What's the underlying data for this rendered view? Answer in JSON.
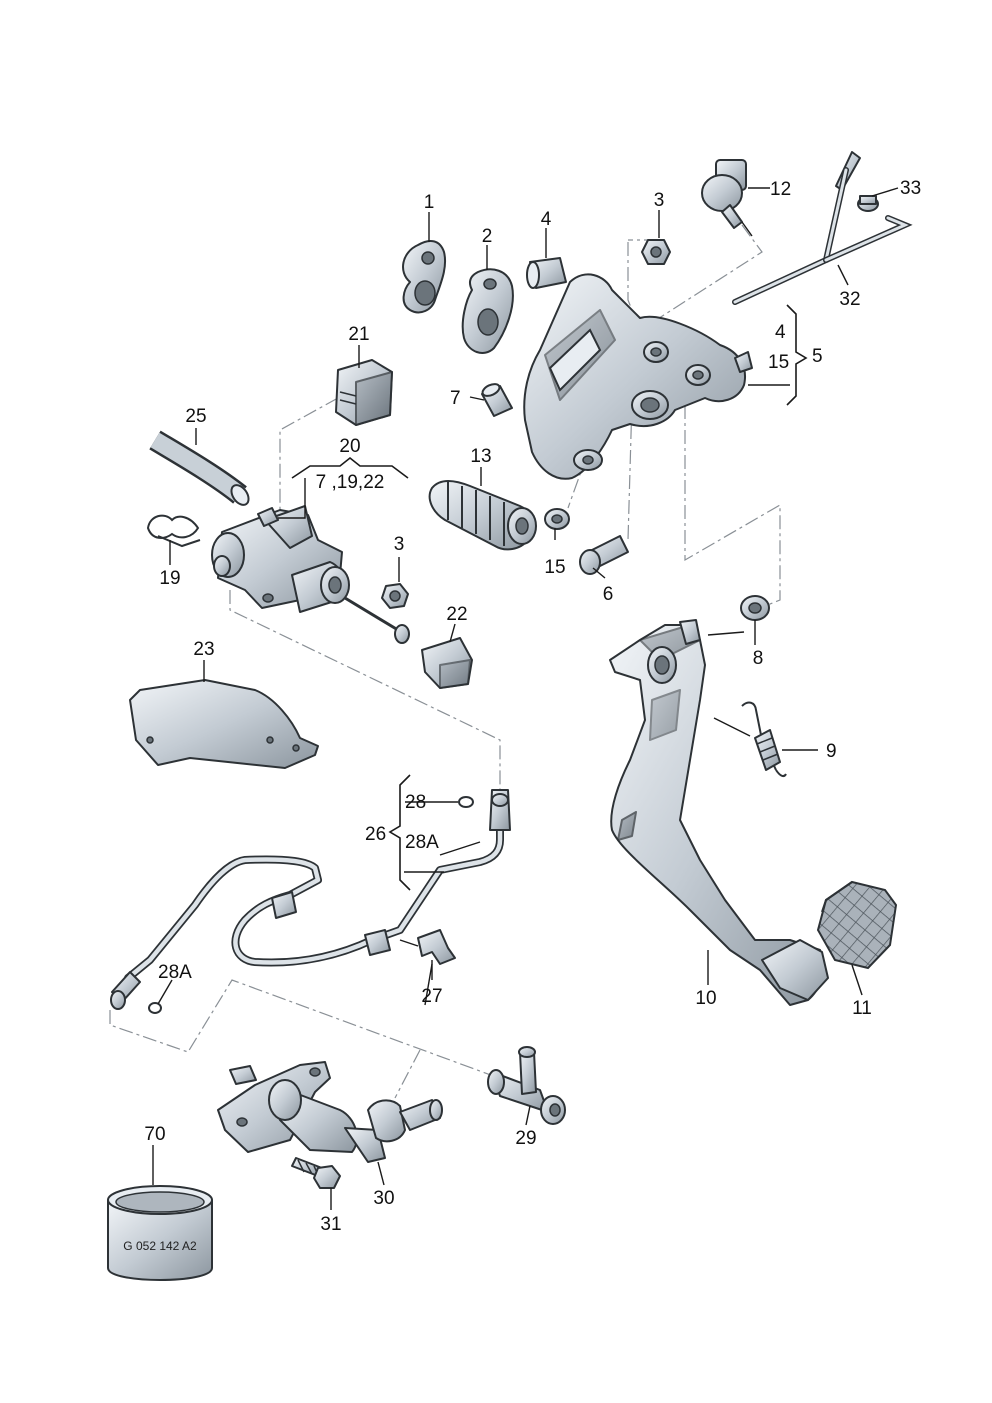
{
  "labels": {
    "p1": "1",
    "p2": "2",
    "p3a": "3",
    "p3b": "3",
    "p4": "4",
    "p4b": "4",
    "p5": "5",
    "p6": "6",
    "p7": "7",
    "p8": "8",
    "p9": "9",
    "p10": "10",
    "p11": "11",
    "p12": "12",
    "p13": "13",
    "p15a": "15",
    "p15b": "15",
    "p19": "19",
    "p20": "20",
    "p20sub": "7 ,19,22",
    "p21": "21",
    "p22": "22",
    "p23": "23",
    "p25": "25",
    "p26": "26",
    "p27": "27",
    "p28": "28",
    "p28a1": "28A",
    "p28a2": "28A",
    "p29": "29",
    "p30": "30",
    "p31": "31",
    "p32": "32",
    "p33": "33",
    "p70": "70"
  },
  "part_number_stamp": "G 052 142 A2"
}
